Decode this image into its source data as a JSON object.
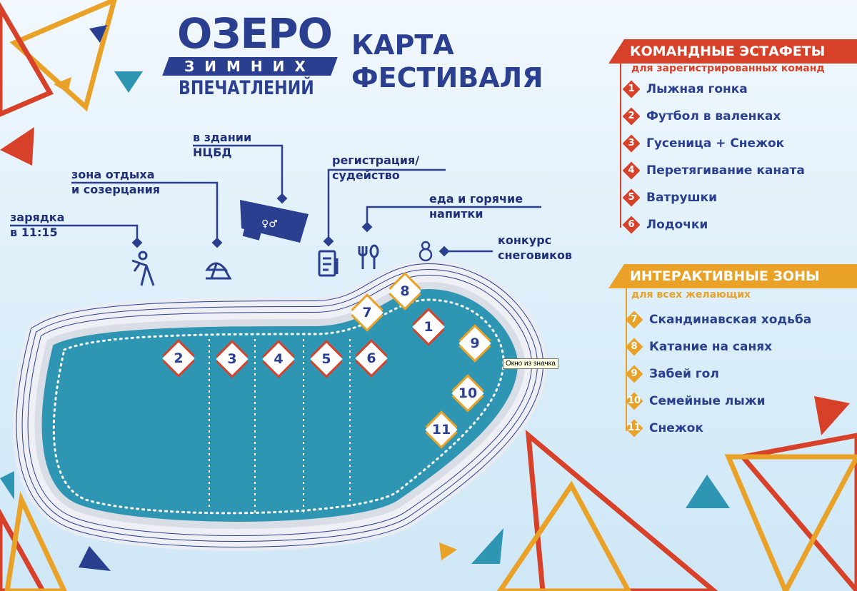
{
  "logo": {
    "line1": "ОЗЕРО",
    "line2": "ЗИМНИХ",
    "line3": "ВПЕЧАТЛЕНИЙ"
  },
  "title": {
    "line1": "КАРТА",
    "line2": "ФЕСТИВАЛЯ"
  },
  "places": [
    {
      "label": "зарядка в 11:15",
      "l1": "зарядка",
      "l2": "в 11:15",
      "icon": "exercise-icon"
    },
    {
      "label": "зона отдыха и созерцания",
      "l1": "зона отдыха",
      "l2": "и созерцания",
      "icon": "beach-chair-icon"
    },
    {
      "label": "в здании НЦБД",
      "l1": "в здании",
      "l2": "НЦБД",
      "icon": "building-restroom-icon"
    },
    {
      "label": "регистрация/ судейство",
      "l1": "регистрация/",
      "l2": "судейство",
      "icon": "clipboard-icon"
    },
    {
      "label": "еда и горячие напитки",
      "l1": "еда и горячие",
      "l2": "напитки",
      "icon": "fork-spoon-icon"
    },
    {
      "label": "конкурс снеговиков",
      "l1": "конкурс",
      "l2": "снеговиков",
      "icon": "snowman-icon"
    }
  ],
  "relays": {
    "title": "КОМАНДНЫЕ ЭСТАФЕТЫ",
    "subtitle": "для зарегистрированных команд",
    "color": "#d7412a",
    "items": [
      {
        "n": "1",
        "label": "Лыжная гонка"
      },
      {
        "n": "2",
        "label": "Футбол в валенках"
      },
      {
        "n": "3",
        "label": "Гусеница + Снежок"
      },
      {
        "n": "4",
        "label": "Перетягивание каната"
      },
      {
        "n": "5",
        "label": "Ватрушки"
      },
      {
        "n": "6",
        "label": "Лодочки"
      }
    ]
  },
  "zones": {
    "title": "ИНТЕРАКТИВНЫЕ ЗОНЫ",
    "subtitle": "для всех желающих",
    "color": "#e9a227",
    "items": [
      {
        "n": "7",
        "label": "Скандинавская ходьба"
      },
      {
        "n": "8",
        "label": "Катание на санях"
      },
      {
        "n": "9",
        "label": "Забей гол"
      },
      {
        "n": "10",
        "label": "Семейные лыжи"
      },
      {
        "n": "11",
        "label": "Снежок"
      }
    ]
  },
  "tooltip": "Окно из значка",
  "colors": {
    "navy": "#2a3f8f",
    "red": "#d7412a",
    "orange": "#e9a227",
    "water": "#2e95b3"
  }
}
